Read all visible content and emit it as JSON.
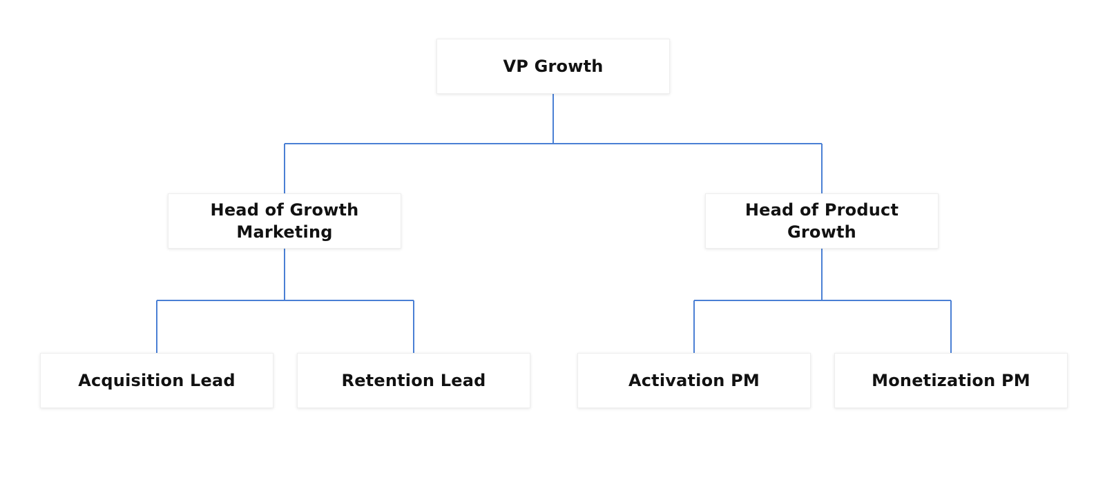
{
  "colors": {
    "connector": "#4a7fd4",
    "box_border": "#eeeeee",
    "text": "#111111",
    "background": "#ffffff"
  },
  "nodes": {
    "vp_growth": {
      "label": "VP Growth"
    },
    "head_growth_marketing": {
      "label_line1": "Head of Growth",
      "label_line2": "Marketing"
    },
    "head_product_growth": {
      "label_line1": "Head of Product",
      "label_line2": "Growth"
    },
    "acquisition_lead": {
      "label": "Acquisition Lead"
    },
    "retention_lead": {
      "label": "Retention Lead"
    },
    "activation_pm": {
      "label": "Activation PM"
    },
    "monetization_pm": {
      "label": "Monetization PM"
    }
  }
}
